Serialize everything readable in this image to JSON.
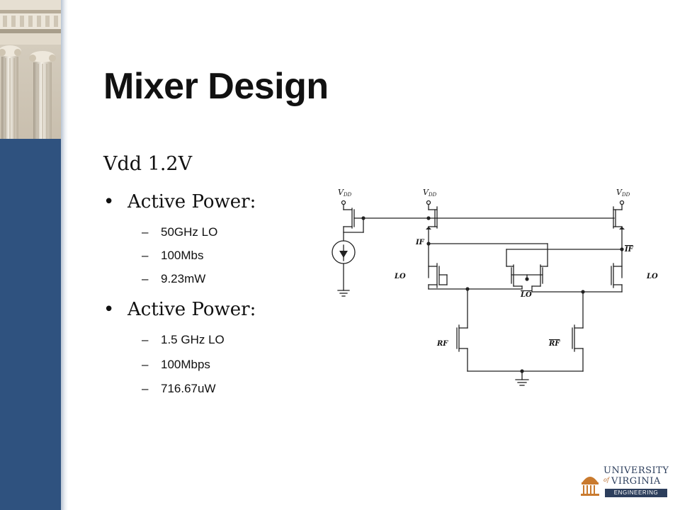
{
  "slide": {
    "title": "Mixer Design",
    "vdd_line": "Vdd 1.2V",
    "sections": [
      {
        "heading": "Active Power:",
        "items": [
          "50GHz LO",
          "100Mbs",
          "9.23mW"
        ]
      },
      {
        "heading": "Active Power:",
        "items": [
          "1.5 GHz LO",
          "100Mbps",
          "716.67uW"
        ]
      }
    ]
  },
  "schematic": {
    "supply_label": "V",
    "supply_subscript": "DD",
    "labels": {
      "if": "IF",
      "if_bar": "IF",
      "lo_left": "LO",
      "lo_right": "LO",
      "lo_bar": "LO",
      "rf": "RF",
      "rf_bar": "RF"
    }
  },
  "logo": {
    "line1": "UNIVERSITY",
    "of": "of",
    "line2": "VIRGINIA",
    "line3": "ENGINEERING"
  },
  "colors": {
    "sidebar": "#2f527f",
    "title": "#111111",
    "logo_navy": "#2c3e5c",
    "logo_orange": "#c97a2e"
  }
}
